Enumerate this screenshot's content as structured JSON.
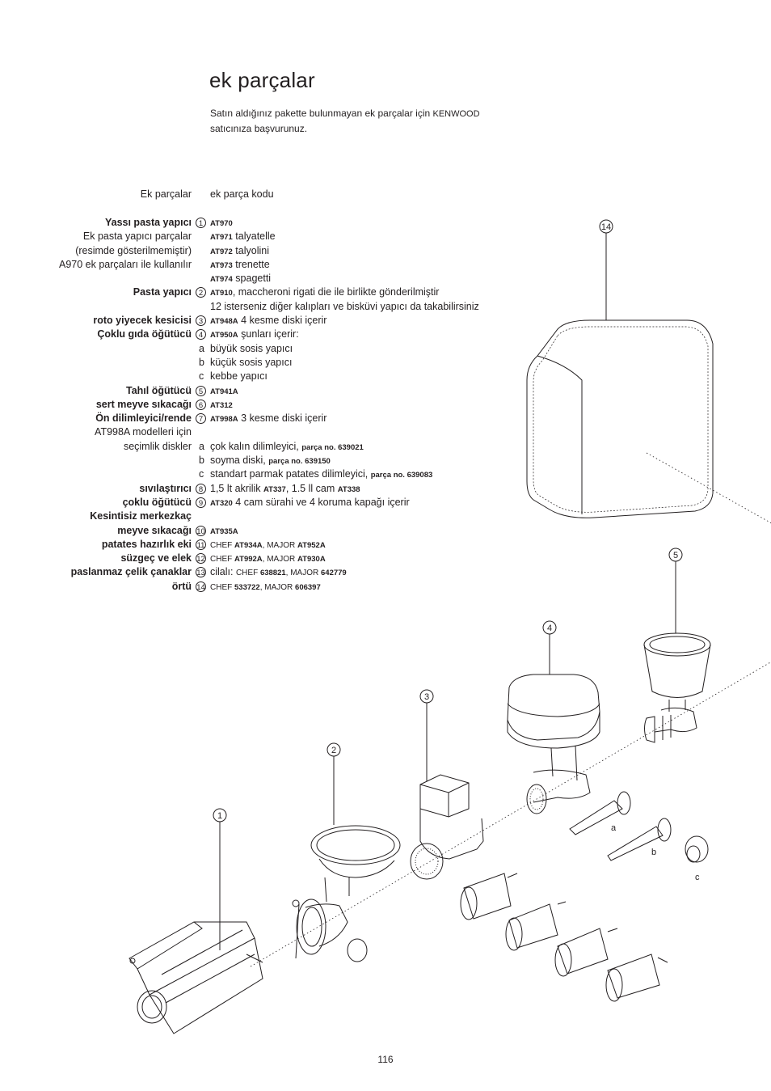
{
  "title": "ek parçalar",
  "intro": {
    "line1": "Satın aldığınız pakette bulunmayan ek parçalar için ",
    "brand": "KENWOOD",
    "line2": "satıcınıza başvurunuz."
  },
  "header": {
    "left": "Ek parçalar",
    "right": "ek parça kodu"
  },
  "rows": [
    {
      "left": "Yassı pasta yapıcı",
      "bold": true,
      "num": "1",
      "code": "AT970",
      "text": ""
    },
    {
      "left": "Ek pasta yapıcı parçalar",
      "bold": false,
      "code": "AT971",
      "text": " talyatelle"
    },
    {
      "left": "(resimde gösterilmemiştir)",
      "bold": false,
      "code": "AT972",
      "text": " talyolini"
    },
    {
      "left": "A970  ek parçaları ile kullanılır",
      "bold": false,
      "code": "AT973",
      "text": " trenette"
    },
    {
      "left": "",
      "bold": false,
      "code": "AT974",
      "text": " spagetti"
    },
    {
      "left": "Pasta yapıcı",
      "bold": true,
      "num": "2",
      "code": "AT910",
      "text": ", maccheroni rigati die ile birlikte gönderilmiştir"
    },
    {
      "left": "",
      "bold": false,
      "text": "12 isterseniz diğer kalıpları ve bisküvi yapıcı da takabilirsiniz"
    },
    {
      "left": "roto yiyecek kesicisi",
      "bold": true,
      "num": "3",
      "code": "AT948A",
      "text": " 4 kesme diski içerir"
    },
    {
      "left": "Çoklu gıda öğütücü",
      "bold": true,
      "num": "4",
      "code": "AT950A",
      "text": " şunları içerir:"
    },
    {
      "left": "",
      "bold": false,
      "mark": "a",
      "text": "büyük sosis yapıcı"
    },
    {
      "left": "",
      "bold": false,
      "mark": "b",
      "text": "küçük sosis yapıcı"
    },
    {
      "left": "",
      "bold": false,
      "mark": "c",
      "text": "kebbe yapıcı"
    },
    {
      "left": "Tahıl öğütücü",
      "bold": true,
      "num": "5",
      "code": "AT941A",
      "text": ""
    },
    {
      "left": "sert meyve sıkacağı",
      "bold": true,
      "num": "6",
      "code": "AT312",
      "text": ""
    },
    {
      "left": "Ön dilimleyici/rende",
      "bold": true,
      "num": "7",
      "code": "AT998A",
      "text": " 3 kesme diski içerir"
    },
    {
      "left": "AT998A modelleri için",
      "bold": false,
      "text": ""
    },
    {
      "left": "seçimlik diskler",
      "bold": false,
      "mark": "a",
      "text": "çok kalın dilimleyici, ",
      "part": "parça no. 639021"
    },
    {
      "left": "",
      "bold": false,
      "mark": "b",
      "text": "soyma diski, ",
      "part": "parça no. 639150"
    },
    {
      "left": "",
      "bold": false,
      "mark": "c",
      "text": "standart parmak patates dilimleyici, ",
      "part": "parça no. 639083"
    },
    {
      "left": "sıvılaştırıcı",
      "bold": true,
      "num": "8",
      "text": "1,5 lt akrilik ",
      "code2": "AT337",
      "text2": ", 1.5 ll cam ",
      "code3": "AT338"
    },
    {
      "left": "çoklu öğütücü",
      "bold": true,
      "num": "9",
      "code": "AT320",
      "text": " 4 cam sürahi ve 4 koruma kapağı içerir"
    },
    {
      "left": "Kesintisiz merkezkaç",
      "bold": true,
      "text": ""
    },
    {
      "left": "meyve sıkacağı",
      "bold": true,
      "num": "10",
      "code": "AT935A",
      "text": ""
    },
    {
      "left": "patates hazırlık eki",
      "bold": true,
      "num": "11",
      "pre": "CHEF ",
      "code": "AT934A",
      "mid": ", MAJOR ",
      "code4": "AT952A"
    },
    {
      "left": "süzgeç ve elek",
      "bold": true,
      "num": "12",
      "pre": "CHEF ",
      "code": "AT992A",
      "mid": ", MAJOR ",
      "code4": "AT930A"
    },
    {
      "left": "paslanmaz çelik çanaklar",
      "bold": true,
      "num": "13",
      "text": "cilalı: ",
      "pre": "CHEF ",
      "code": "638821",
      "mid": ", MAJOR ",
      "code4": "642779"
    },
    {
      "left": "örtü",
      "bold": true,
      "num": "14",
      "pre": "CHEF ",
      "code": "533722",
      "mid": ", MAJOR ",
      "code4": "606397"
    }
  ],
  "callouts": {
    "c1": "1",
    "c2": "2",
    "c3": "3",
    "c4": "4",
    "c5": "5",
    "c14": "14",
    "a": "a",
    "b": "b",
    "c": "c"
  },
  "page_number": "116"
}
